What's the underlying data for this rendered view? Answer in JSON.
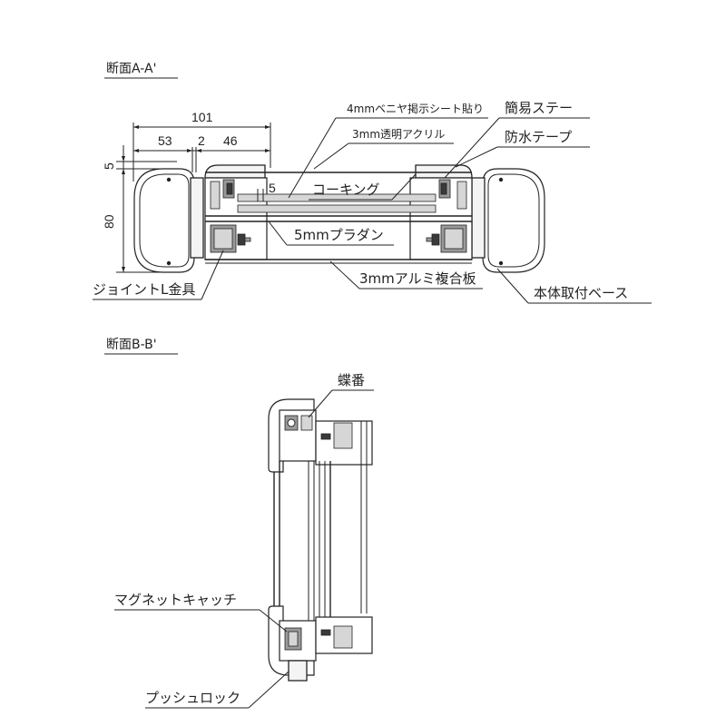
{
  "section_a": {
    "title": "断面A-A'",
    "dimensions": {
      "overall_width": "101",
      "left_width": "53",
      "gap": "2",
      "right_width": "46",
      "top_offset": "5",
      "height": "80",
      "inner_gap": "5"
    },
    "labels": {
      "veneer_sheet": "4mmベニヤ掲示シート貼り",
      "acrylic": "3mm透明アクリル",
      "stay": "簡易ステー",
      "waterproof_tape": "防水テープ",
      "caulking": "コーキング",
      "plastic_cardboard": "5mmプラダン",
      "joint_bracket": "ジョイントL金具",
      "aluminum_composite": "3mmアルミ複合板",
      "base": "本体取付ベース"
    }
  },
  "section_b": {
    "title": "断面B-B'",
    "labels": {
      "hinge": "蝶番",
      "magnet_catch": "マグネットキャッチ",
      "push_lock": "プッシュロック"
    }
  }
}
